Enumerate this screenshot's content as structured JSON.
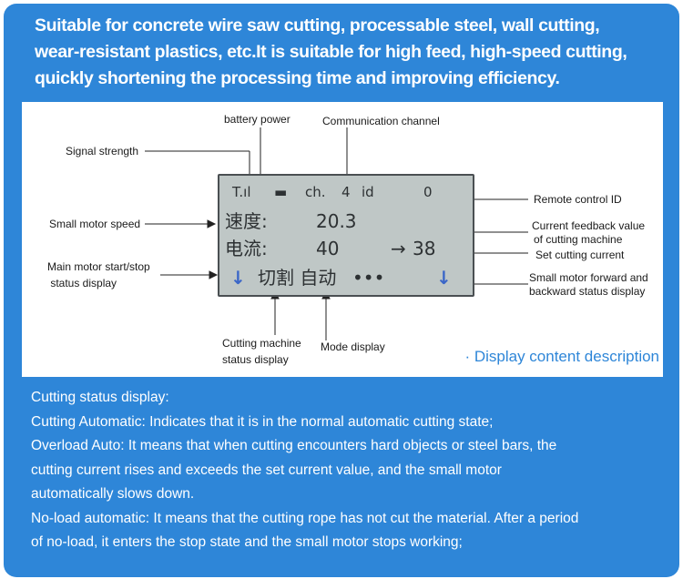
{
  "headline": [
    "Suitable for concrete wire saw cutting, processable steel, wall cutting,",
    "wear-resistant plastics, etc.It is suitable for high feed, high-speed cutting,",
    "quickly shortening the processing time and improving efficiency."
  ],
  "display": {
    "row1": {
      "signal": "T.ıl",
      "battery": "▬",
      "ch_label": "ch.",
      "channel": "4",
      "id_label": "id",
      "id_value": "0"
    },
    "row2": {
      "label": "速度:",
      "value": "20.3"
    },
    "row3": {
      "label": "电流:",
      "value": "40",
      "arrow": "→",
      "set_value": "38"
    },
    "row4": {
      "left_arrow": "↓",
      "mode_text": "切割 自动",
      "dots": "•••",
      "right_arrow": "↓"
    }
  },
  "labels": {
    "battery_power": "battery power",
    "communication_channel": "Communication channel",
    "signal_strength": "Signal strength",
    "remote_control_id": "Remote control ID",
    "small_motor_speed": "Small motor speed",
    "current_feedback_1": "Current feedback value",
    "current_feedback_2": "of cutting machine",
    "set_cutting_current": "Set cutting current",
    "main_motor_1": "Main motor start/stop",
    "main_motor_2": " status display",
    "small_motor_dir_1": "Small motor forward and",
    "small_motor_dir_2": "backward status display",
    "cutting_status_1": "Cutting machine",
    "cutting_status_2": "status display",
    "mode_display": "Mode display"
  },
  "caption": "· Display content description",
  "description": [
    "Cutting status display:",
    "Cutting Automatic: Indicates that it is in the normal automatic cutting state;",
    "Overload Auto: It means that when cutting encounters hard objects or steel bars, the",
    "cutting current rises and exceeds the set current value, and the small motor",
    "automatically slows down.",
    "No-load automatic: It means that the cutting rope has not cut the material. After a period",
    "of no-load, it enters the stop state and the small motor stops working;"
  ],
  "colors": {
    "background": "#2e86d8",
    "panel": "#ffffff",
    "lcd": "#bfc7c6",
    "arrow": "#3a66c8"
  }
}
